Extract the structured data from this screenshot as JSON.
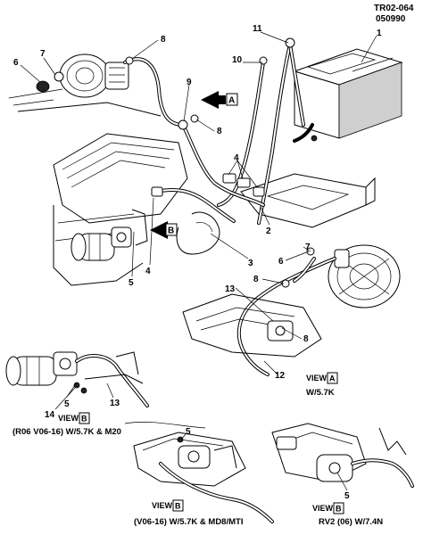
{
  "header": {
    "code_line1": "TR02-064",
    "code_line2": "050990"
  },
  "callouts": {
    "c1": "1",
    "c2": "2",
    "c3": "3",
    "c4a": "4",
    "c4b": "4",
    "c5a": "5",
    "c5b": "5",
    "c5c": "5",
    "c5d": "5",
    "c6a": "6",
    "c6b": "6",
    "c7a": "7",
    "c7b": "7",
    "c8a": "8",
    "c8b": "8",
    "c8c": "8",
    "c8d": "8",
    "c9": "9",
    "c10": "10",
    "c11": "11",
    "c12": "12",
    "c13a": "13",
    "c13b": "13",
    "c14": "14"
  },
  "view_markers": {
    "a_letter": "A",
    "b_letter": "B"
  },
  "views": {
    "view_a_word": "VIEW",
    "view_a_letter": "A",
    "view_a_caption": "W/5.7K",
    "view_b1_word": "VIEW",
    "view_b1_letter": "B",
    "view_b1_caption": "(R06 V06-16) W/5.7K & M20",
    "view_b2_word": "VIEW",
    "view_b2_letter": "B",
    "view_b2_caption": "(V06-16) W/5.7K & MD8/MTI",
    "view_b3_word": "VIEW",
    "view_b3_letter": "B",
    "view_b3_caption": "RV2 (06) W/7.4N"
  }
}
